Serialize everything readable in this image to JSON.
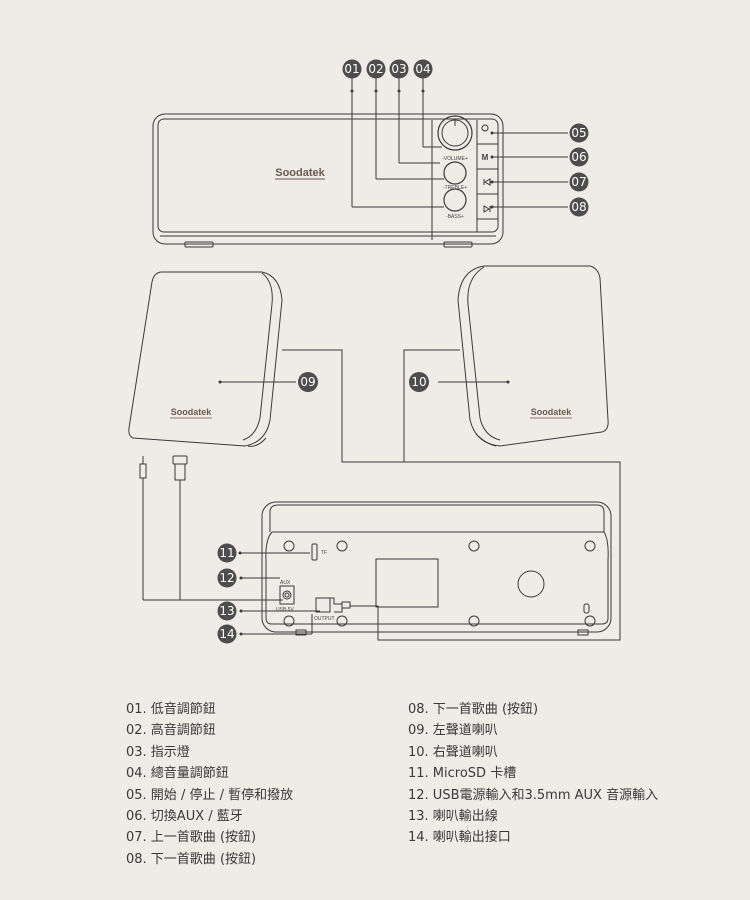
{
  "badges": {
    "b01": "01",
    "b02": "02",
    "b03": "03",
    "b04": "04",
    "b05": "05",
    "b06": "06",
    "b07": "07",
    "b08": "08",
    "b09": "09",
    "b10": "10",
    "b11": "11",
    "b12": "12",
    "b13": "13",
    "b14": "14"
  },
  "front": {
    "brand": "Soodatek",
    "volume_label": "-VOLUME+",
    "treble_label": "-TREBLE+",
    "bass_label": "-BASS+",
    "mode_label": "M"
  },
  "speakers": {
    "left_brand": "Soodatek",
    "right_brand": "Soodatek"
  },
  "back": {
    "tf_label": "TF",
    "aux_label": "AUX",
    "usb_label": "USB 5V",
    "output_label": "OUTPUT"
  },
  "legend": {
    "left": [
      "01. 低音調節鈕",
      "02. 高音調節鈕",
      "03. 指示燈",
      "04. 總音量調節鈕",
      "05. 開始 / 停止 / 暫停和撥放",
      "06. 切換AUX / 藍牙",
      "07. 上一首歌曲 (按鈕)",
      "08. 下一首歌曲 (按鈕)"
    ],
    "right": [
      "08. 下一首歌曲 (按鈕)",
      "09. 左聲道喇叭",
      "10. 右聲道喇叭",
      "11. MicroSD 卡槽",
      "12. USB電源輸入和3.5mm AUX 音源輸入",
      "13. 喇叭輸出線",
      "14. 喇叭輸出接口"
    ]
  },
  "colors": {
    "background": "#efebe7",
    "badge": "#4d4d4d",
    "line": "#3a3a3a",
    "brand": "#6a5a4e"
  }
}
